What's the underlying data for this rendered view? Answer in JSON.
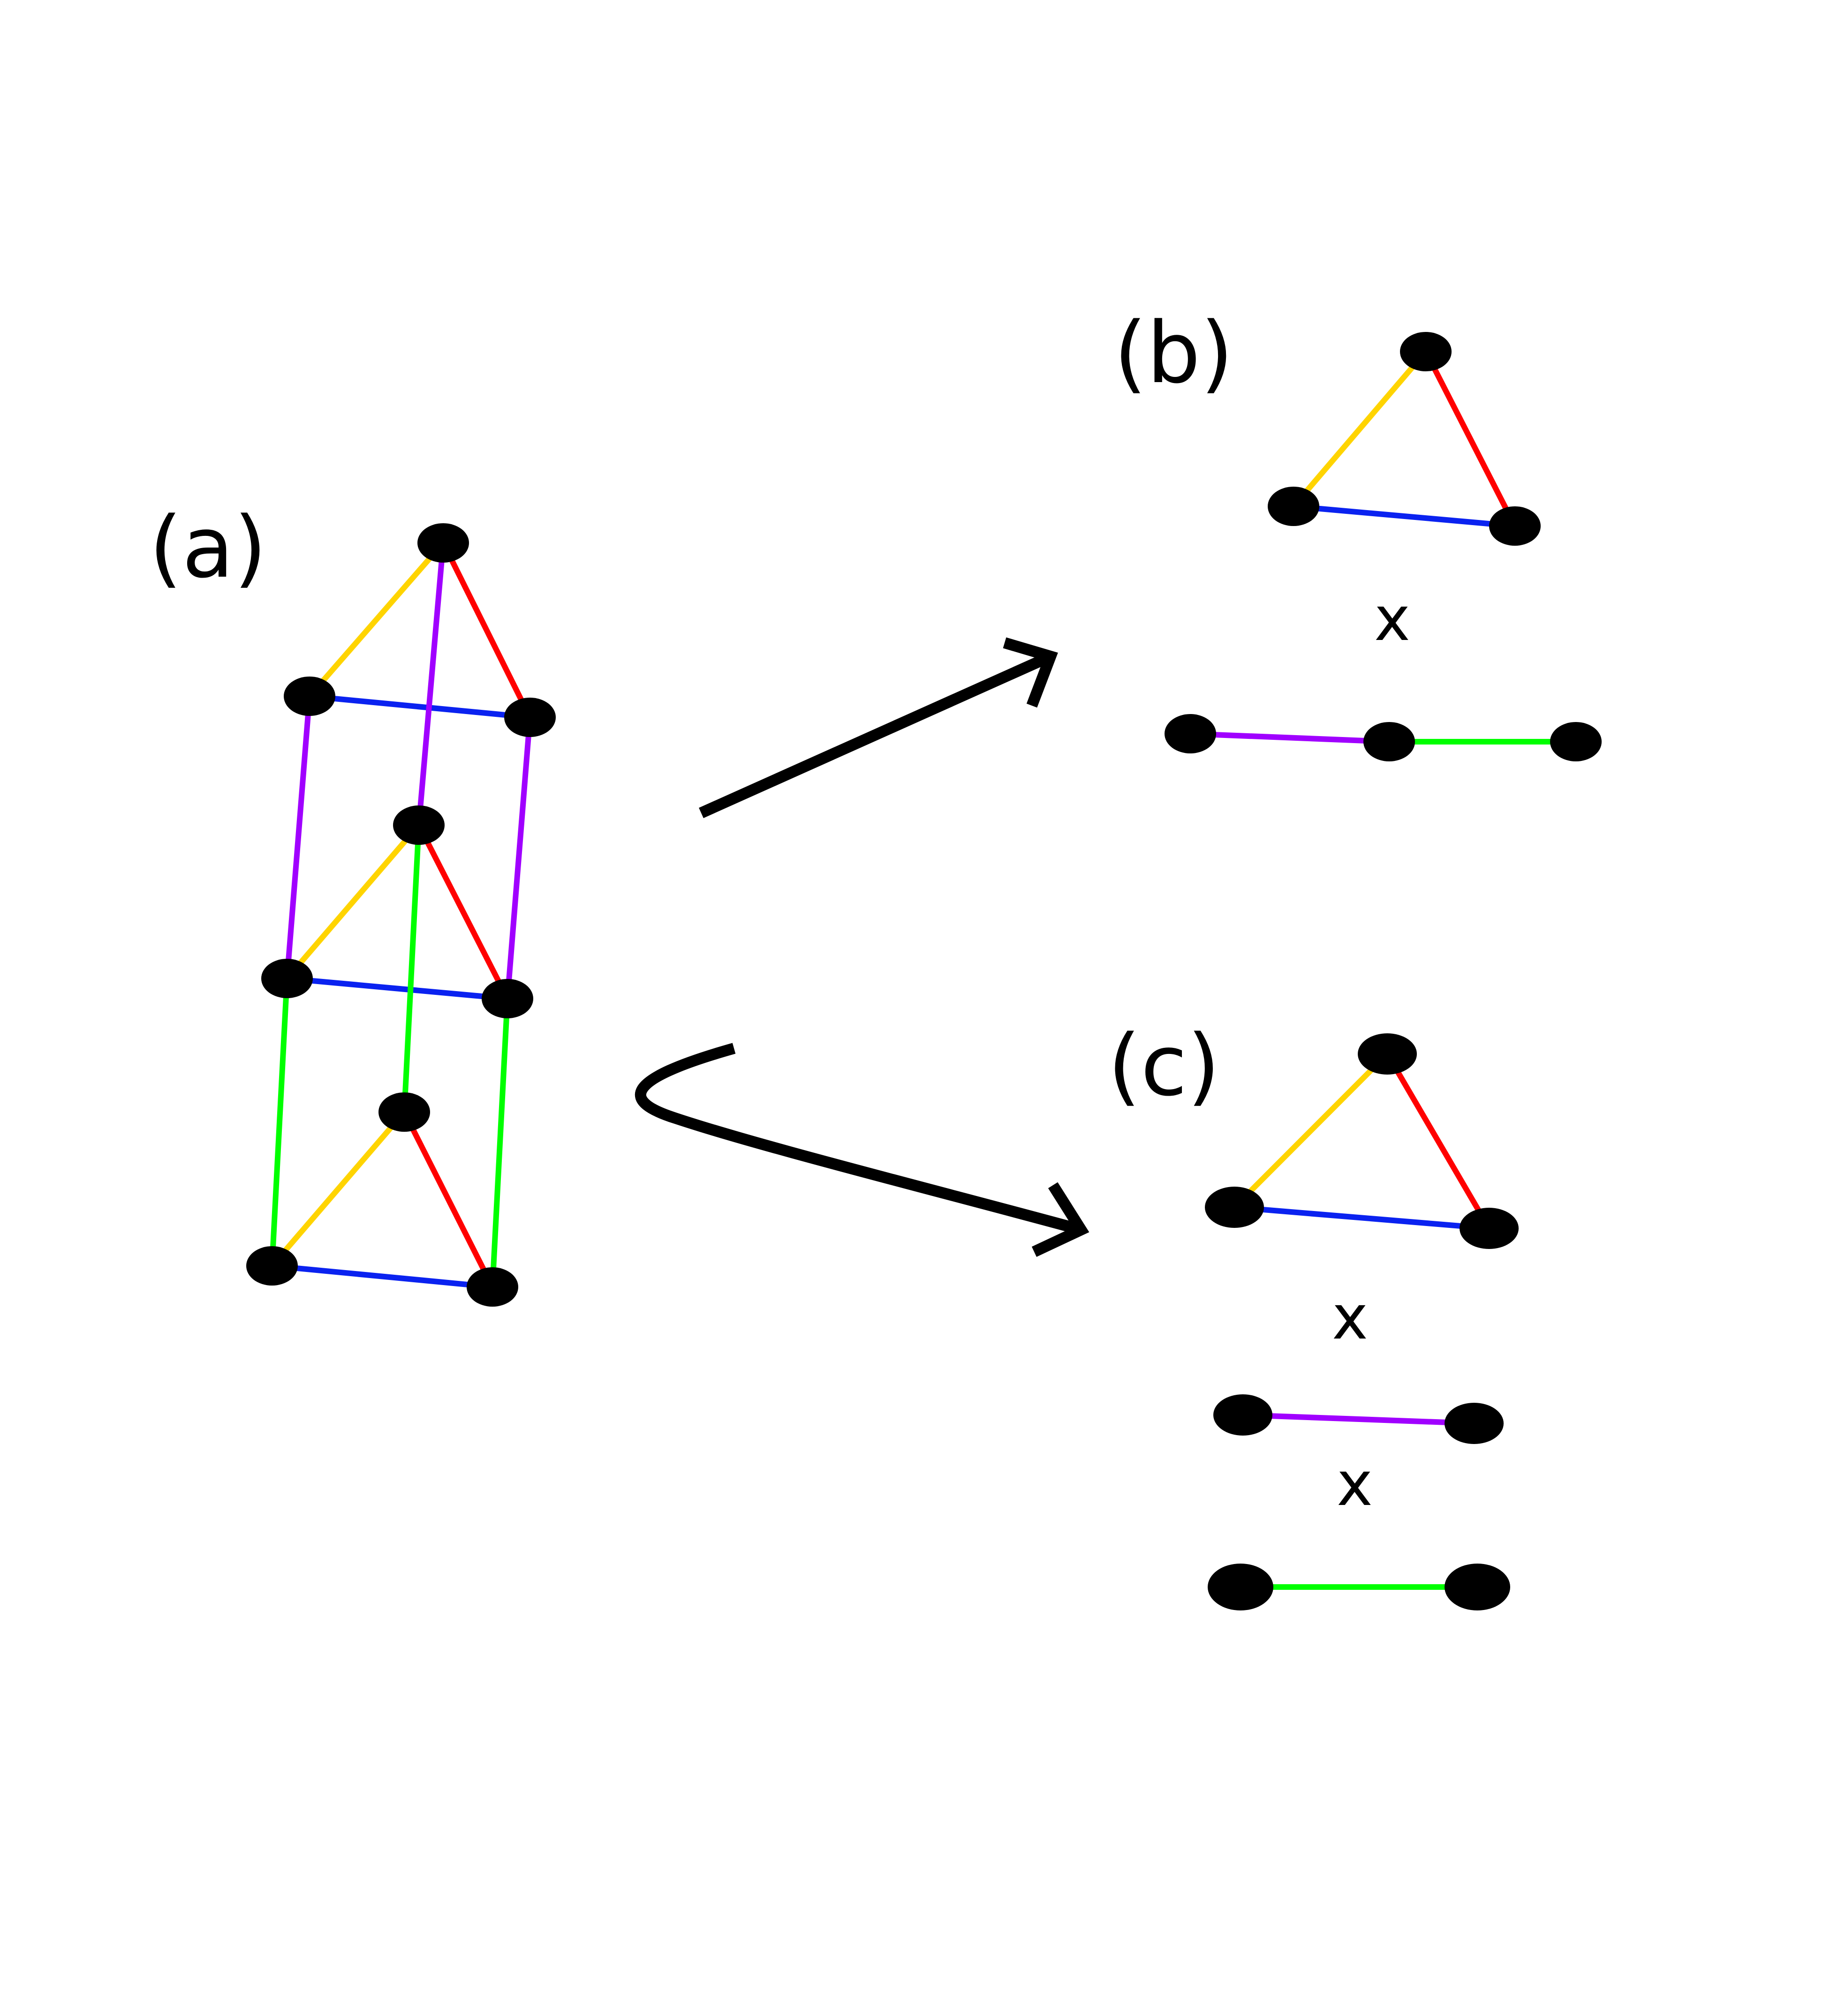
{
  "colors": {
    "yellow": "#FFD400",
    "red": "#FF0000",
    "blue": "#0A22F0",
    "purple": "#A000FF",
    "green": "#00FF00",
    "node": "#000000",
    "arrow": "#000000"
  },
  "panels": {
    "a": {
      "label": "(a)"
    },
    "b": {
      "label": "(b)",
      "times": "x"
    },
    "c": {
      "label": "(c)",
      "times_1": "x",
      "times_2": "x"
    }
  },
  "graph_a": {
    "edges": [
      {
        "from": "top-apex",
        "to": "top-left",
        "color": "yellow"
      },
      {
        "from": "top-apex",
        "to": "top-right",
        "color": "red"
      },
      {
        "from": "top-left",
        "to": "top-right",
        "color": "blue"
      },
      {
        "from": "top-apex",
        "to": "mid-apex",
        "color": "purple"
      },
      {
        "from": "top-left",
        "to": "mid-left",
        "color": "purple"
      },
      {
        "from": "top-right",
        "to": "mid-right",
        "color": "purple"
      },
      {
        "from": "mid-apex",
        "to": "mid-left",
        "color": "yellow"
      },
      {
        "from": "mid-apex",
        "to": "mid-right",
        "color": "red"
      },
      {
        "from": "mid-left",
        "to": "mid-right",
        "color": "blue"
      },
      {
        "from": "mid-apex",
        "to": "bot-apex",
        "color": "green"
      },
      {
        "from": "mid-left",
        "to": "bot-left",
        "color": "green"
      },
      {
        "from": "mid-right",
        "to": "bot-right",
        "color": "green"
      },
      {
        "from": "bot-apex",
        "to": "bot-left",
        "color": "yellow"
      },
      {
        "from": "bot-apex",
        "to": "bot-right",
        "color": "red"
      },
      {
        "from": "bot-left",
        "to": "bot-right",
        "color": "blue"
      }
    ]
  },
  "graph_b": {
    "triangle_edges": [
      {
        "from": "apex",
        "to": "left",
        "color": "yellow"
      },
      {
        "from": "apex",
        "to": "right",
        "color": "red"
      },
      {
        "from": "left",
        "to": "right",
        "color": "blue"
      }
    ],
    "path_edges": [
      {
        "from": "p1",
        "to": "p2",
        "color": "purple"
      },
      {
        "from": "p2",
        "to": "p3",
        "color": "green"
      }
    ]
  },
  "graph_c": {
    "triangle_edges": [
      {
        "from": "apex",
        "to": "left",
        "color": "yellow"
      },
      {
        "from": "apex",
        "to": "right",
        "color": "red"
      },
      {
        "from": "left",
        "to": "right",
        "color": "blue"
      }
    ],
    "segment_1": {
      "color": "purple"
    },
    "segment_2": {
      "color": "green"
    }
  }
}
